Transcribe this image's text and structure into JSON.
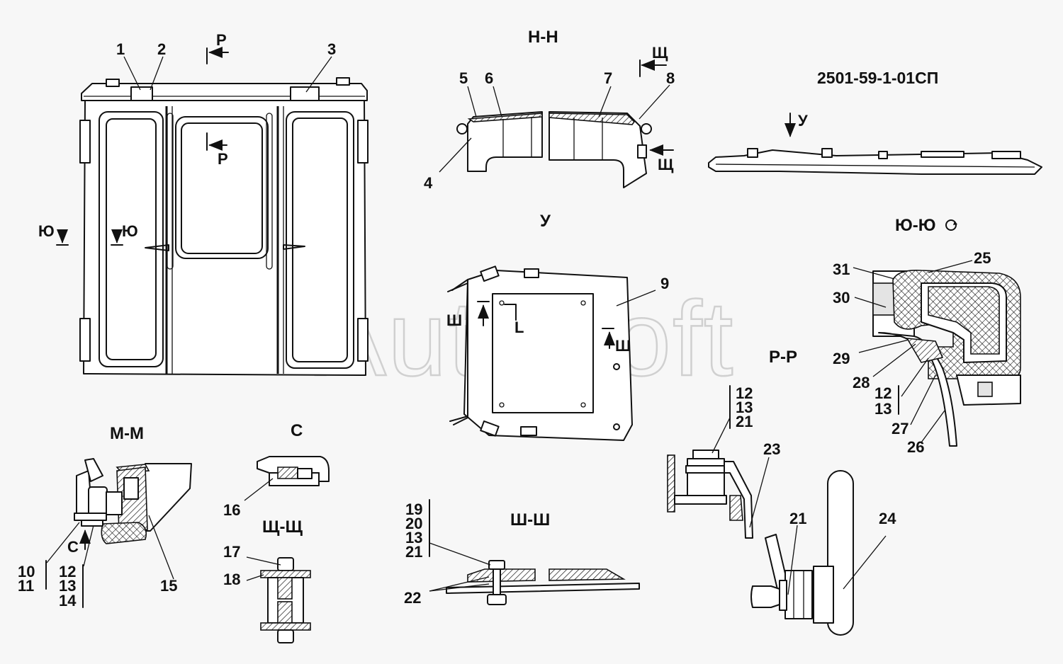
{
  "document_code": "2501-59-1-01СП",
  "watermark": "AutoSoft",
  "section_titles": {
    "nn": "Н-Н",
    "u": "У",
    "yuyu": "Ю-Ю",
    "rr": "Р-Р",
    "mm": "М-М",
    "c": "С",
    "shch": "Щ-Щ",
    "sh": "Ш-Ш"
  },
  "section_markers": {
    "p_top": "Р",
    "p_mid": "Р",
    "shch_top": "Щ",
    "shch_bot": "Щ",
    "u_arrow": "У",
    "yu_left": "Ю",
    "yu_right": "Ю",
    "sh_left": "Ш",
    "sh_right": "Ш",
    "c_arrow": "С",
    "l_mark": "L"
  },
  "callouts": {
    "n1": "1",
    "n2": "2",
    "n3": "3",
    "n4": "4",
    "n5": "5",
    "n6": "6",
    "n7": "7",
    "n8": "8",
    "n9": "9",
    "n10": "10",
    "n11": "11",
    "n12a": "12",
    "n13a": "13",
    "n14": "14",
    "n15": "15",
    "n16": "16",
    "n17": "17",
    "n18": "18",
    "n19": "19",
    "n20": "20",
    "n13b": "13",
    "n21a": "21",
    "n22": "22",
    "n12b": "12",
    "n13c": "13",
    "n21b": "21",
    "n23": "23",
    "n21c": "21",
    "n24": "24",
    "n25": "25",
    "n26": "26",
    "n27": "27",
    "n28": "28",
    "n29": "29",
    "n30": "30",
    "n31": "31",
    "n12c": "12",
    "n13d": "13"
  }
}
